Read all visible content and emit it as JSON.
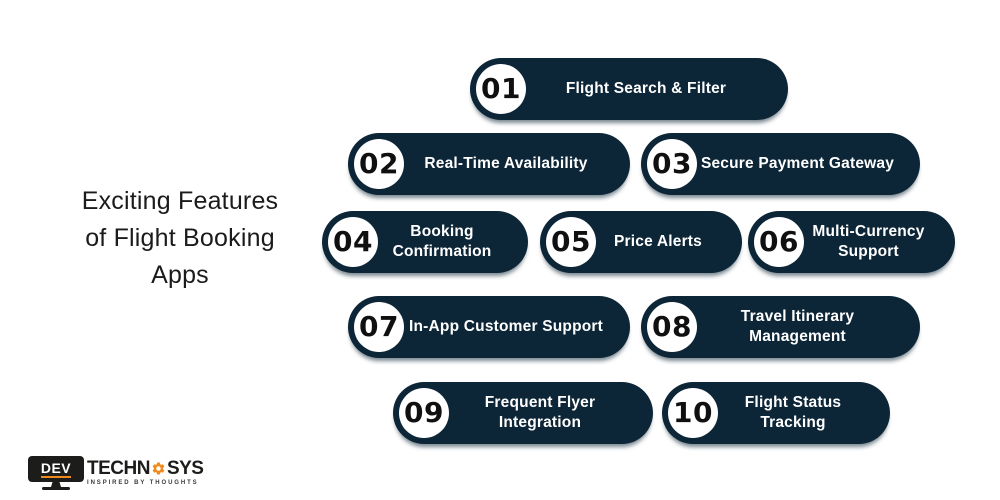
{
  "colors": {
    "pill_navy": "#0d2637",
    "pill_text": "#ffffff",
    "number_text": "#101010",
    "title_text": "#1b1b1b",
    "logo_dark": "#1c1c1a",
    "logo_orange": "#f18a1d"
  },
  "title": {
    "full_text": "Exciting Features of Flight Booking Apps",
    "lines": [
      "Exciting Features",
      "of Flight Booking",
      "Apps"
    ]
  },
  "features": [
    {
      "num": "01",
      "label": "Flight Search & Filter"
    },
    {
      "num": "02",
      "label": "Real-Time Availability"
    },
    {
      "num": "03",
      "label": "Secure Payment Gateway"
    },
    {
      "num": "04",
      "label": "Booking Confirmation"
    },
    {
      "num": "05",
      "label": "Price Alerts"
    },
    {
      "num": "06",
      "label": "Multi-Currency Support"
    },
    {
      "num": "07",
      "label": "In-App Customer Support"
    },
    {
      "num": "08",
      "label": "Travel Itinerary Management"
    },
    {
      "num": "09",
      "label": "Frequent Flyer Integration"
    },
    {
      "num": "10",
      "label": "Flight Status Tracking"
    }
  ],
  "logo": {
    "dev": "DEV",
    "techn": "TECHN",
    "sys": "SYS",
    "tagline": "INSPIRED BY THOUGHTS"
  }
}
